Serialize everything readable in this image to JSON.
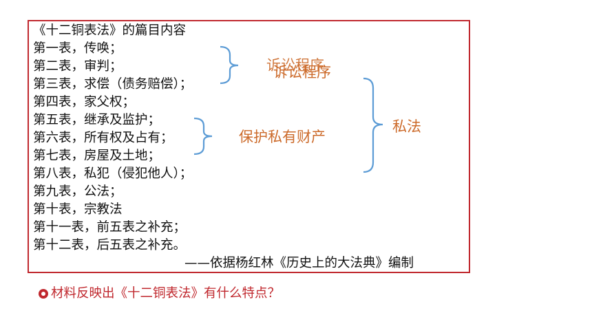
{
  "title": "《十二铜表法》的篇目内容",
  "tables": [
    "第一表，传唤；",
    "第二表，审判；",
    "第三表，求偿（债务赔偿）；",
    "第四表，家父权；",
    "第五表，继承及监护；",
    "第六表，所有权及占有；",
    "第七表，房屋及土地；",
    "第八表，私犯（侵犯他人）；",
    "第九表，公法；",
    "第十表，宗教法",
    "第十一表，前五表之补充；",
    "第十二表，后五表之补充。"
  ],
  "source": "——依据杨红林《历史上的大法典》编制",
  "categories": {
    "procedure": "诉讼程序",
    "property": "保护私有财产",
    "private_law": "私法"
  },
  "question": "材料反映出《十二铜表法》有什么特点？",
  "colors": {
    "frame": "#c0282e",
    "category_text": "#cc6a2a",
    "brace": "#5b9bd5",
    "question": "#c0282e"
  }
}
